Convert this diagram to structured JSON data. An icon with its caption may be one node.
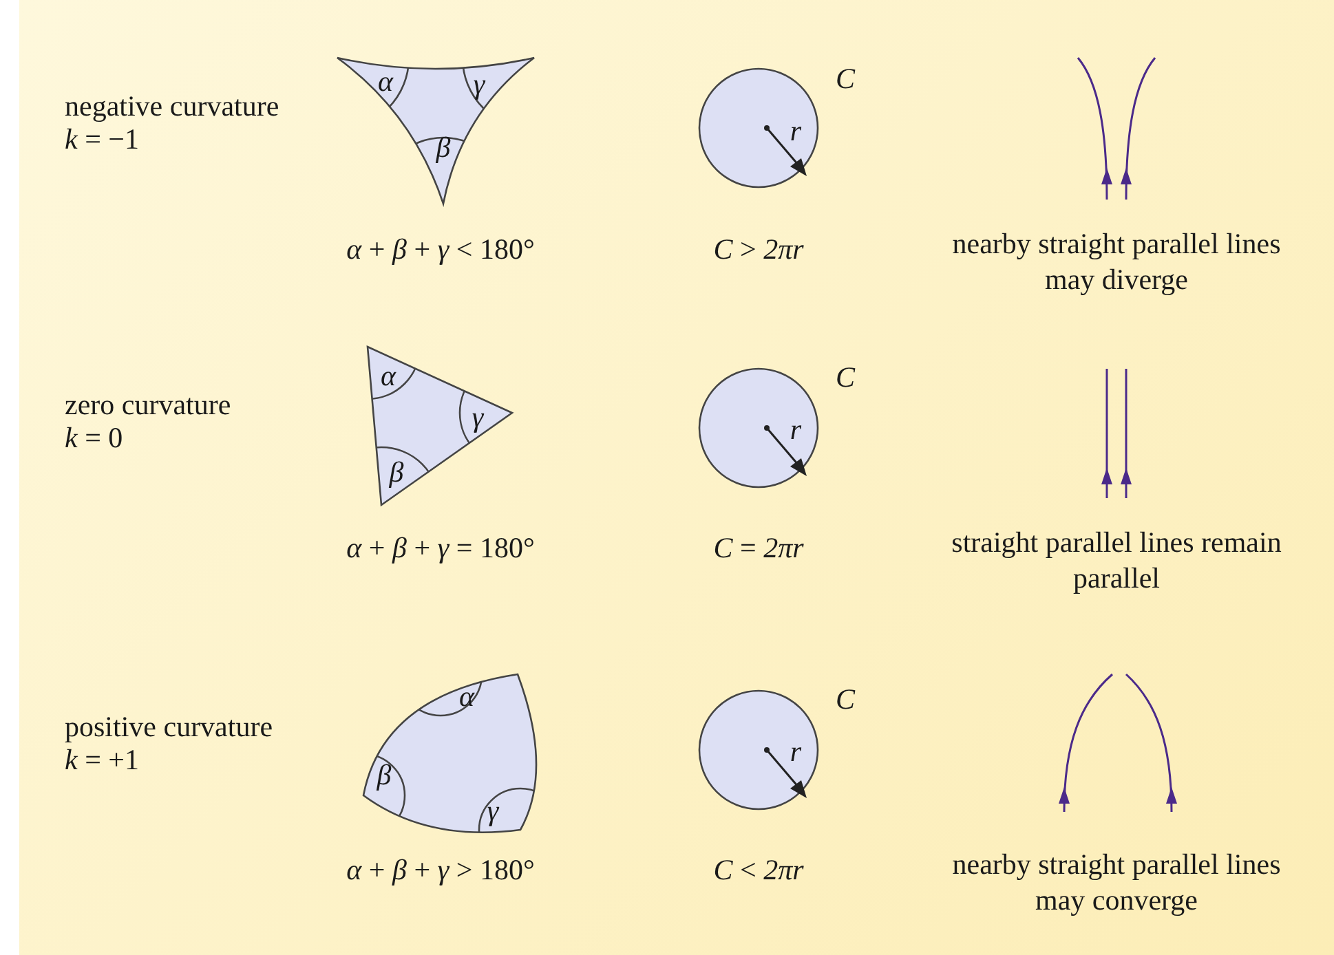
{
  "diagram": {
    "labels": [
      "negative curvature",
      "*k* = −1",
      "α",
      "γ",
      "β",
      "C",
      "r",
      "*α* + *β* + *γ* < 180°",
      "*C* > *2πr*",
      "nearby straight parallel lines may diverge",
      "zero curvature",
      "*k* = 0",
      "α",
      "γ",
      "β",
      "C",
      "r",
      "*α* + *β* + *γ* = 180°",
      "*C* = *2πr*",
      "straight parallel lines remain parallel",
      "positive curvature",
      "*k* = +1",
      "α",
      "β",
      "γ",
      "C",
      "r",
      "*α* + *β* + *γ* > 180°",
      "*C* < *2πr*",
      "nearby straight parallel lines may converge"
    ]
  }
}
